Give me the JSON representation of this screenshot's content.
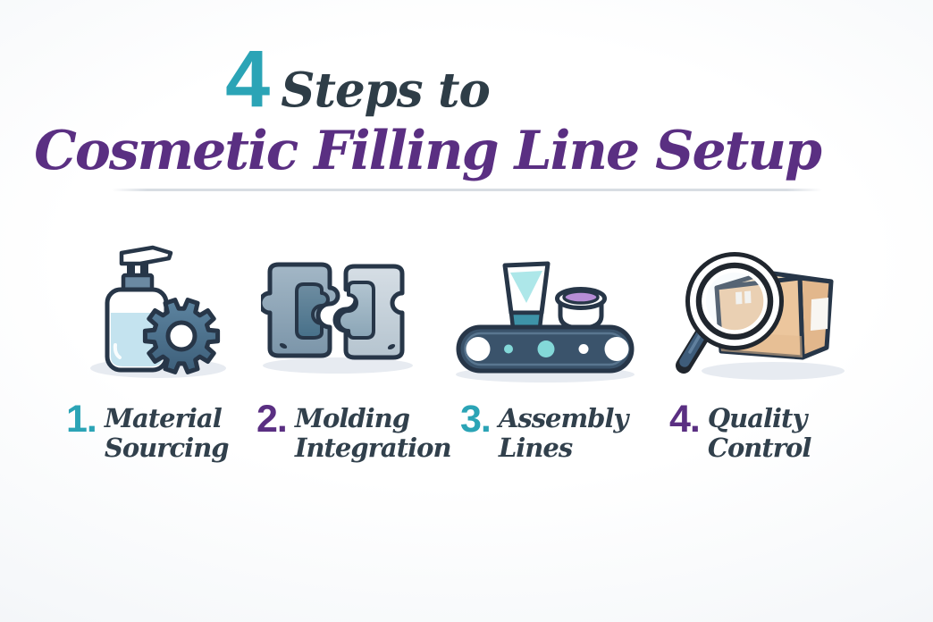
{
  "title": {
    "number": "4",
    "line1_rest": "Steps to",
    "line2": "Cosmetic Filling Line Setup"
  },
  "steps": [
    {
      "number": "1.",
      "label_line1": "Material",
      "label_line2": "Sourcing",
      "icon": "pump-bottle-gear-icon",
      "number_color": "#2ba4b6"
    },
    {
      "number": "2.",
      "label_line1": "Molding",
      "label_line2": "Integration",
      "icon": "mold-halves-icon",
      "number_color": "#5a2f82"
    },
    {
      "number": "3.",
      "label_line1": "Assembly",
      "label_line2": "Lines",
      "icon": "conveyor-belt-products-icon",
      "number_color": "#2ba4b6"
    },
    {
      "number": "4.",
      "label_line1": "Quality",
      "label_line2": "Control",
      "icon": "magnifier-shipping-box-icon",
      "number_color": "#5a2f82"
    }
  ],
  "theme": {
    "teal": "#2ba4b6",
    "purple": "#5a2f82",
    "heading_dark": "#2e3d47",
    "label_dark": "#31404c",
    "outline_navy": "#273648",
    "divider": "#d8dde3",
    "shadow": "#e7ebf1",
    "background_edge": "#eceff3"
  }
}
